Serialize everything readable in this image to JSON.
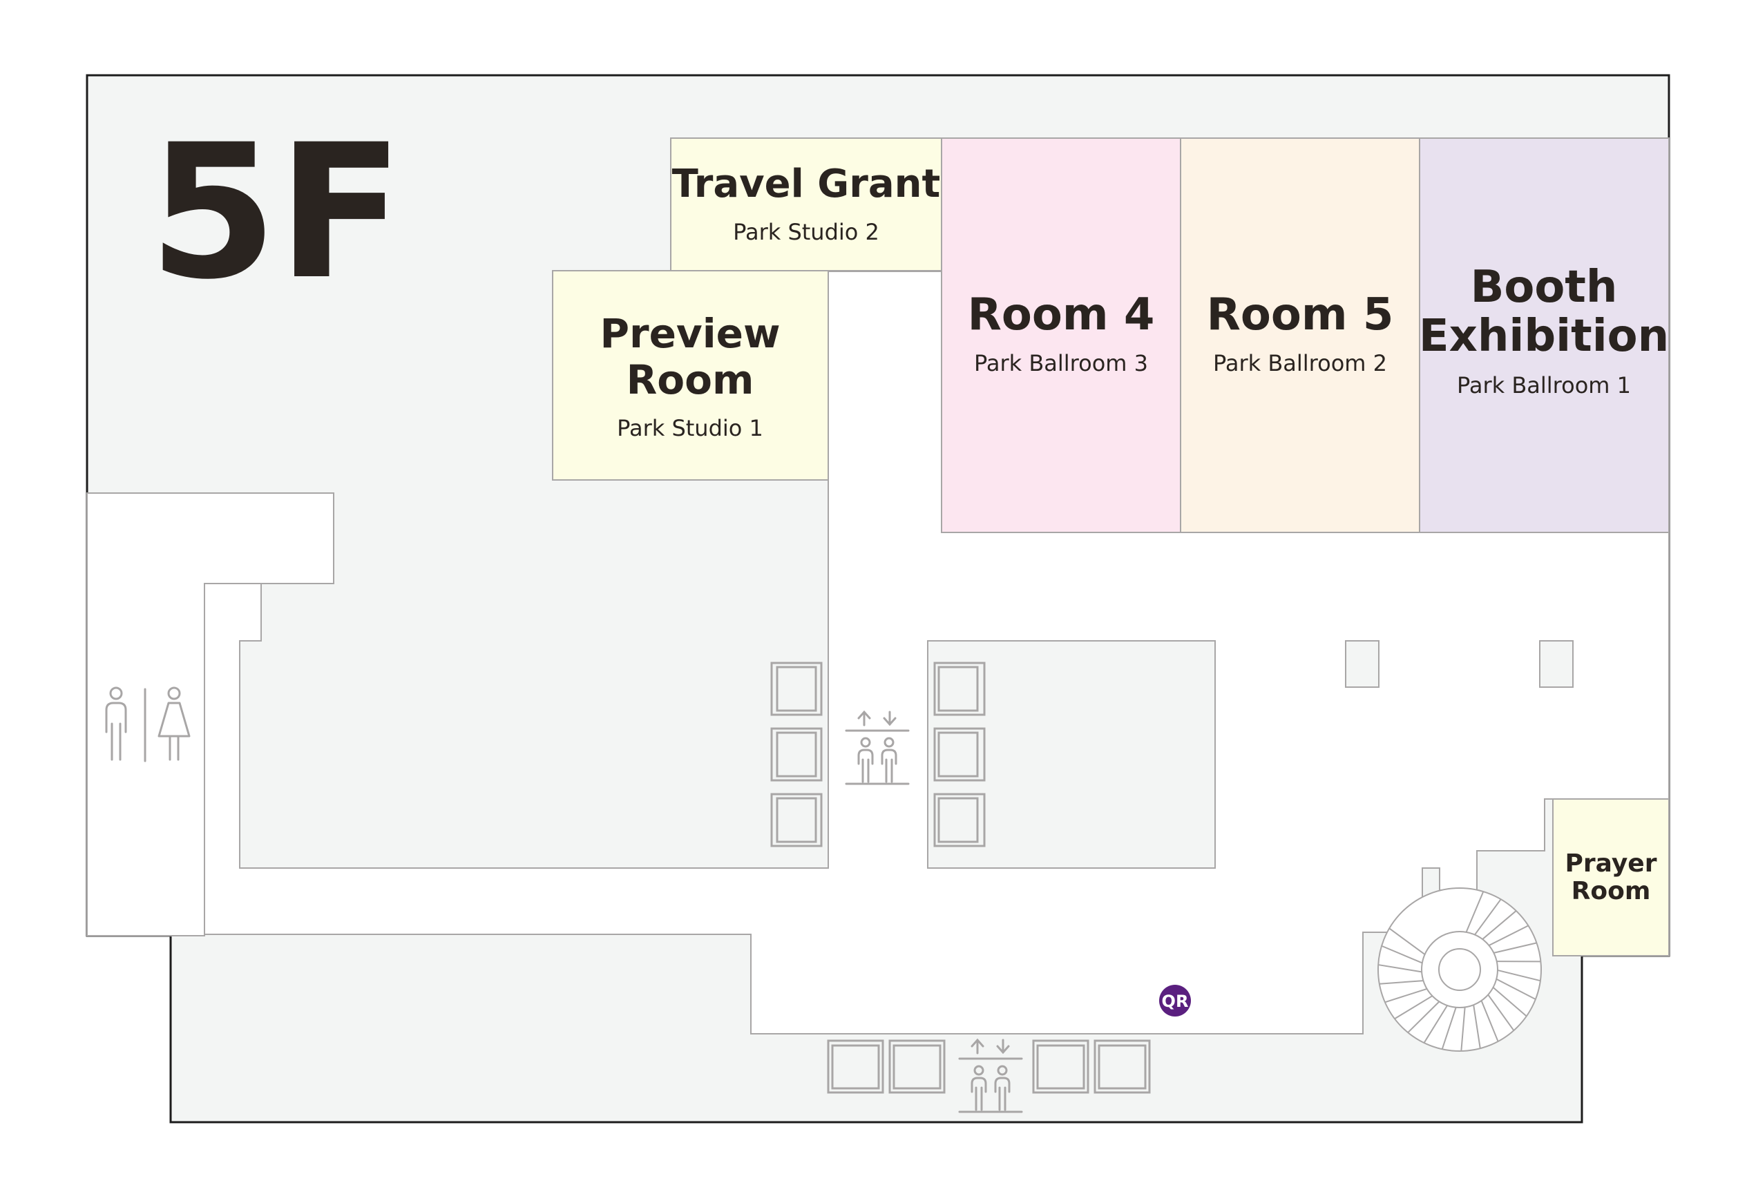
{
  "floor": {
    "label": "5F"
  },
  "rooms": [
    {
      "id": "travel-grant",
      "name": "Travel Grant",
      "venue": "Park Studio 2",
      "color": "#fdfde4"
    },
    {
      "id": "preview-room",
      "name_lines": [
        "Preview",
        "Room"
      ],
      "venue": "Park Studio 1",
      "color": "#fdfde4"
    },
    {
      "id": "room-4",
      "name": "Room 4",
      "venue": "Park Ballroom 3",
      "color": "#fce6f0"
    },
    {
      "id": "room-5",
      "name": "Room 5",
      "venue": "Park Ballroom 2",
      "color": "#fdf3e6"
    },
    {
      "id": "booth-exhibition",
      "name_lines": [
        "Booth",
        "Exhibition"
      ],
      "venue": "Park Ballroom 1",
      "color": "#e8e1ef"
    },
    {
      "id": "prayer-room",
      "name_lines": [
        "Prayer",
        "Room"
      ],
      "color": "#fdfde4"
    }
  ],
  "qr": {
    "label": "QR",
    "color": "#5a1f7f"
  },
  "icons": [
    "restroom-icon",
    "elevator-icon",
    "spiral-staircase-icon",
    "qr-code-marker-icon"
  ],
  "colors": {
    "corridor": "#f3f5f4",
    "wall": "#1c1c1c",
    "outline": "#a8a6a6"
  }
}
